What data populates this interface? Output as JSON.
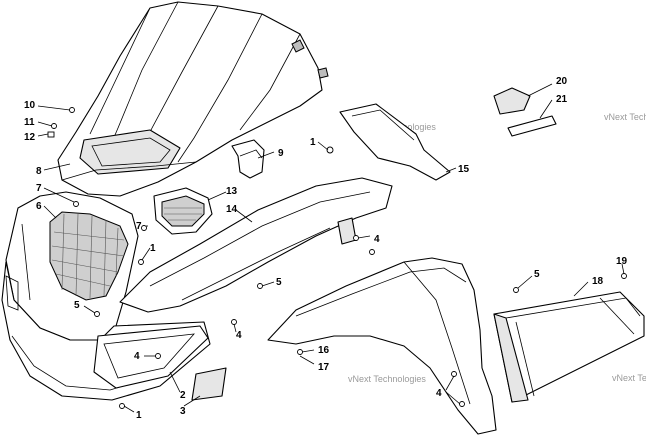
{
  "watermark": "vNext Technologies",
  "callouts": {
    "c1a": "1",
    "c1b": "1",
    "c1c": "1",
    "c2": "2",
    "c3": "3",
    "c4a": "4",
    "c4b": "4",
    "c4c": "4",
    "c4d": "4",
    "c5a": "5",
    "c5b": "5",
    "c5c": "5",
    "c6": "6",
    "c7a": "7",
    "c7b": "7",
    "c8": "8",
    "c9": "9",
    "c10": "10",
    "c11": "11",
    "c12": "12",
    "c13": "13",
    "c14": "14",
    "c15": "15",
    "c16": "16",
    "c17": "17",
    "c18": "18",
    "c19": "19",
    "c20": "20",
    "c21": "21"
  }
}
